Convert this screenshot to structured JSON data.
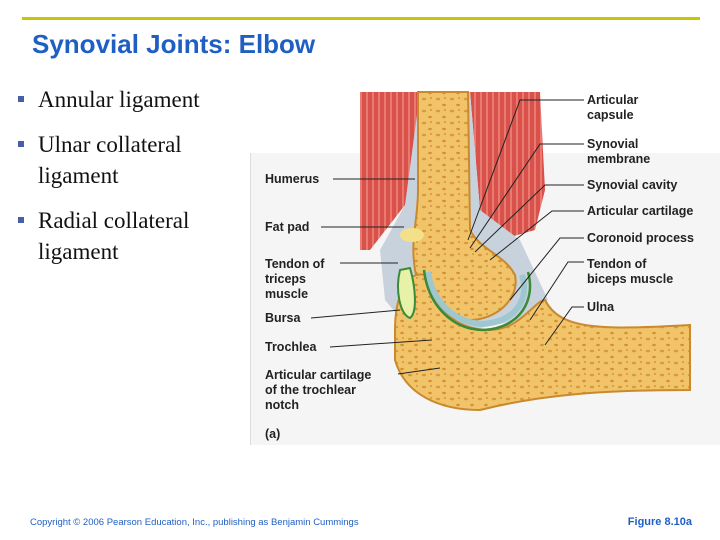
{
  "slide": {
    "title": "Synovial Joints: Elbow",
    "bullets": [
      {
        "text": "Annular ligament"
      },
      {
        "text": "Ulnar collateral ligament"
      },
      {
        "text": "Radial collateral ligament"
      }
    ]
  },
  "figure": {
    "left_labels": {
      "humerus": "Humerus",
      "fat_pad": "Fat pad",
      "tendon_triceps": "Tendon of\ntriceps\nmuscle",
      "bursa": "Bursa",
      "trochlea": "Trochlea",
      "articular_cartilage_trochlear": "Articular cartilage\nof the trochlear\nnotch"
    },
    "right_labels": {
      "articular_capsule": "Articular\ncapsule",
      "synovial_membrane": "Synovial\nmembrane",
      "synovial_cavity": "Synovial cavity",
      "articular_cartilage": "Articular cartilage",
      "coronoid_process": "Coronoid process",
      "tendon_biceps": "Tendon of\nbiceps muscle",
      "ulna": "Ulna"
    },
    "panel_label": "(a)"
  },
  "footer": {
    "copyright": "Copyright © 2006 Pearson Education, Inc., publishing as Benjamin Cummings",
    "figure_ref": "Figure 8.10a"
  }
}
